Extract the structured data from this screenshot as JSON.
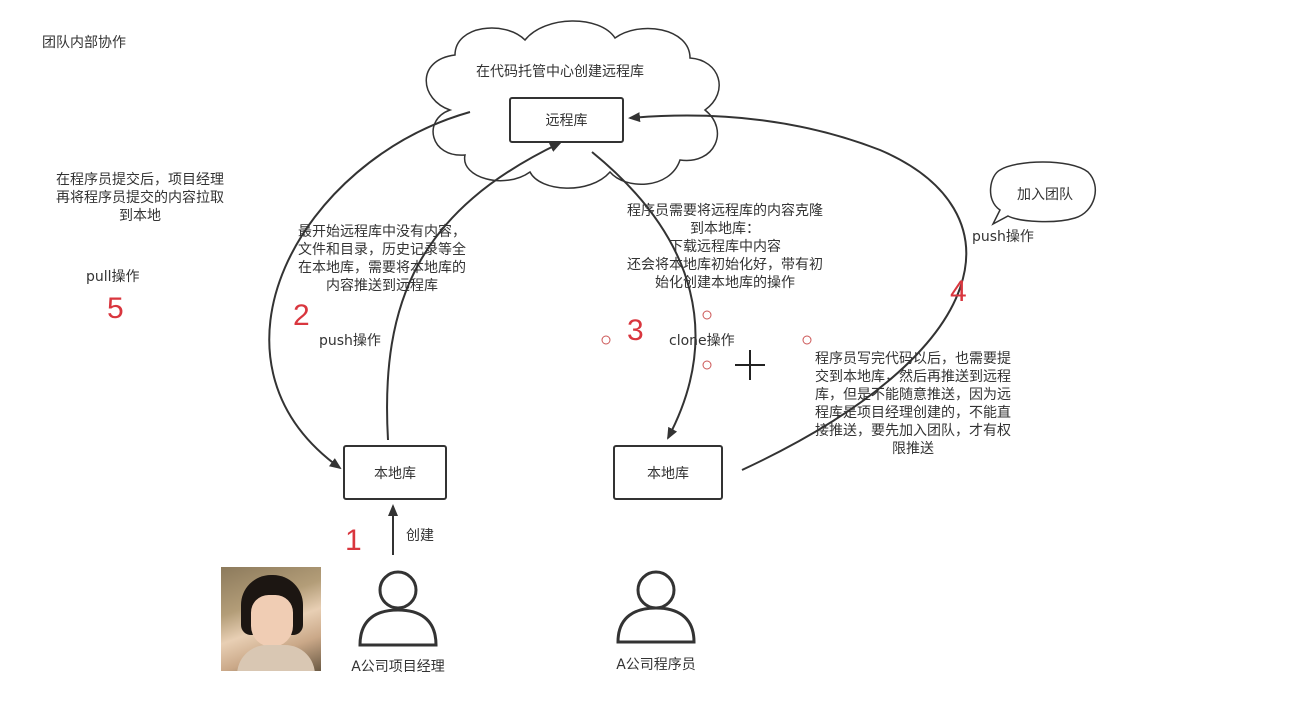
{
  "page_title": "团队内部协作",
  "cloud_label": "在代码托管中心创建远程库",
  "remote_repo": "远程库",
  "local_repo_manager": "本地库",
  "local_repo_programmer": "本地库",
  "manager_name": "A公司项目经理",
  "programmer_name": "A公司程序员",
  "bubble_text": "加入团队",
  "steps": {
    "s1": "1",
    "s2": "2",
    "s3": "3",
    "s4": "4",
    "s5": "5"
  },
  "labels": {
    "create": "创建",
    "push_2": "push操作",
    "clone_3": "clone操作",
    "push_4": "push操作",
    "pull_5": "pull操作"
  },
  "notes": {
    "pull_note": [
      "在程序员提交后，项目经理",
      "再将程序员提交的内容拉取",
      "到本地"
    ],
    "push_note": [
      "最开始远程库中没有内容，",
      "文件和目录，历史记录等全",
      "在本地库，需要将本地库的",
      "内容推送到远程库"
    ],
    "clone_note": [
      "程序员需要将远程库的内容克隆",
      "到本地库：",
      "下载远程库中内容",
      "还会将本地库初始化好，带有初",
      "始化创建本地库的操作"
    ],
    "programmer_note": [
      "程序员写完代码以后，也需要提",
      "交到本地库，然后再推送到远程",
      "库，但是不能随意推送，因为远",
      "程库是项目经理创建的，不能直",
      "接推送，要先加入团队，才有权",
      "限推送"
    ]
  }
}
